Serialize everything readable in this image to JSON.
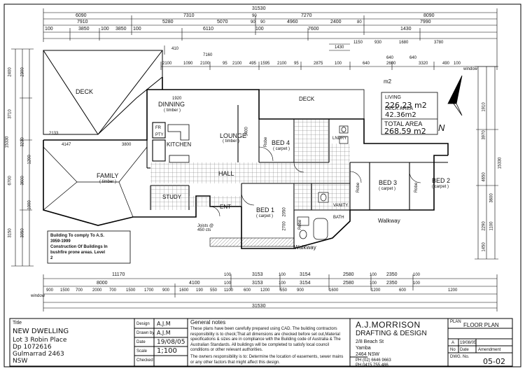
{
  "rooms": {
    "deck_left": "DECK",
    "dinning": "DINNING",
    "dinning_floor": "( timber )",
    "kitchen": "KITCHEN",
    "lounge": "LOUNGE",
    "lounge_floor": "( timber )",
    "family": "FAMILY",
    "family_floor": "( timber )",
    "study": "STUDY",
    "hall": "HALL",
    "ent": "ENT",
    "deck_mid": "DECK",
    "bed4": "BED 4",
    "bed4_floor": "( carpet )",
    "bed1": "BED 1",
    "bed1_floor": "( carpet )",
    "bed3": "BED 3",
    "bed3_floor": "( carpet )",
    "bed2": "BED 2",
    "bed2_floor": "( carpet )",
    "walkway_main": "Walkway",
    "walkway_right": "Walkway",
    "m2": "m2",
    "robe1": "Robe",
    "robe2": "Robe",
    "robe3": "Robe",
    "robe4": "Robe",
    "vanity": "VANITY",
    "bath": "BATH",
    "laundry": "LNDRY",
    "pantry": "PTY",
    "fr": "FR",
    "joists": "Joists @\n450 cts"
  },
  "area_box": {
    "living_label": "LIVING",
    "living_value": "226.23 m2",
    "deck_label": "DECK AREA",
    "deck_value": "42.36m2",
    "total_label": "TOTAL AREA",
    "total_value": "268.59 m2"
  },
  "bushfire_note": {
    "line1": "Building To comply To A.S.",
    "line2": "3959-1999",
    "line3": "Construction Of Buildings In",
    "line4": "bushfire prone areas. Level",
    "line5": "2"
  },
  "dimensions": {
    "top_total": "31530",
    "top_row2": [
      "6090",
      "7310",
      "90",
      "7270",
      "8090"
    ],
    "top_row3": [
      "7910",
      "5280",
      "5070",
      "90",
      "90",
      "4960",
      "2400",
      "80",
      "7990"
    ],
    "top_row4": [
      "100",
      "3850",
      "100",
      "3850",
      "100",
      "6110",
      "100",
      "7600",
      "1430"
    ],
    "top_row5": [
      "2100",
      "1090",
      "2100",
      "95",
      "2100",
      "495",
      "1595",
      "2100",
      "95",
      "2875",
      "100",
      "640",
      "2600",
      "3320",
      "490",
      "100"
    ],
    "top_small": [
      "410",
      "7160",
      "1430",
      "1150",
      "930",
      "1680",
      "3780",
      "640",
      "640"
    ],
    "bottom_total": "31530",
    "bottom_row1": [
      "11170",
      "100",
      "3153",
      "100",
      "3154",
      "2580",
      "100",
      "2350",
      "100"
    ],
    "bottom_row2": [
      "8000",
      "4100",
      "100",
      "3153",
      "100",
      "3154",
      "2580",
      "100",
      "2350",
      "100"
    ],
    "bottom_row3": [
      "900",
      "1500",
      "700",
      "2000",
      "700",
      "1500",
      "1700",
      "900",
      "1600",
      "190",
      "550",
      "1100",
      "600",
      "1200",
      "550",
      "900",
      "1600",
      "1200",
      "600",
      "1200"
    ],
    "left_values": [
      "2400",
      "2300",
      "3710",
      "3230",
      "1200",
      "3600",
      "6700",
      "15330",
      "3150",
      "3050",
      "1000"
    ],
    "right_values": [
      "1910",
      "3970",
      "4650",
      "15330",
      "2290",
      "1100",
      "3600",
      "1450"
    ],
    "interior": [
      "5400",
      "2050",
      "2700",
      "4147",
      "3800",
      "2133",
      "1920"
    ],
    "window_labels": [
      "window",
      "window"
    ]
  },
  "title_block": {
    "title_label": "Title",
    "title_value": "NEW DWELLING",
    "address1": "Lot 3 Robin Place",
    "address2": "Dp 1072616",
    "address3": "Gulmarrad 2463",
    "address4": "NSW",
    "design_label": "Design",
    "design_value": "A.J.M",
    "drawn_label": "Drawn by",
    "drawn_value": "A.J.M",
    "date_label": "Date",
    "date_value": "19/08/05",
    "scale_label": "Scale",
    "scale_value": "1;100",
    "checked_label": "Checked",
    "checked_value": "",
    "notes_title": "General notes",
    "notes_p1": "These plans have been carefully prepared using CAD. The building contractors responsibility is to check;That all dimensions are checked before set out,Material specifications & sizes are in compliance with the Building code of Australia & The Australian Standards. All buildings will be completed to satisfy local council conditions or other relevant authorities.",
    "notes_p2": "The owners responsibility is to: Determine the location of easements, sewer mains or any other factors that might affect this design.",
    "company_line1": "A.J.MORRISON",
    "company_line2": "DRAFTING & DESIGN",
    "company_addr1": "2/8 Beach St",
    "company_addr2": "Yamba",
    "company_addr3": "2464 NSW",
    "company_ph": "PH (02) 6646 9663",
    "company_mob": "PH 0415 755 486",
    "plan_label": "PLAN",
    "plan_value": "FLOOR PLAN",
    "rev_a": "A",
    "rev_date": "19/08/05",
    "no_label": "No",
    "date_col": "Date",
    "amendment_label": "Amendment",
    "dwg_label": "DWG. No.",
    "dwg_value": "05-02"
  },
  "north_label": "N"
}
